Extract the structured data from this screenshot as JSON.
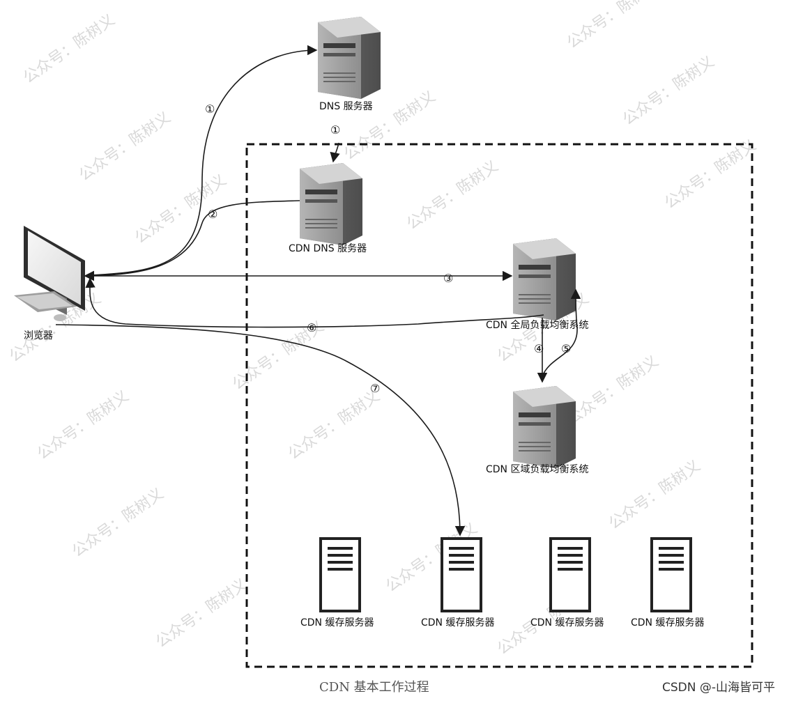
{
  "watermark": "公众号：陈树义",
  "nodes": {
    "dns_server": "DNS 服务器",
    "cdn_dns_server": "CDN DNS 服务器",
    "global_lb": "CDN 全局负载均衡系统",
    "regional_lb": "CDN 区域负载均衡系统",
    "browser": "浏览器",
    "cache_servers": [
      "CDN 缓存服务器",
      "CDN 缓存服务器",
      "CDN 缓存服务器",
      "CDN 缓存服务器"
    ]
  },
  "steps": {
    "s1a": "①",
    "s1b": "①",
    "s2": "②",
    "s3": "③",
    "s4": "④",
    "s5": "⑤",
    "s6": "⑥",
    "s7": "⑦"
  },
  "caption": "CDN 基本工作过程",
  "credit": "CSDN @-山海皆可平"
}
